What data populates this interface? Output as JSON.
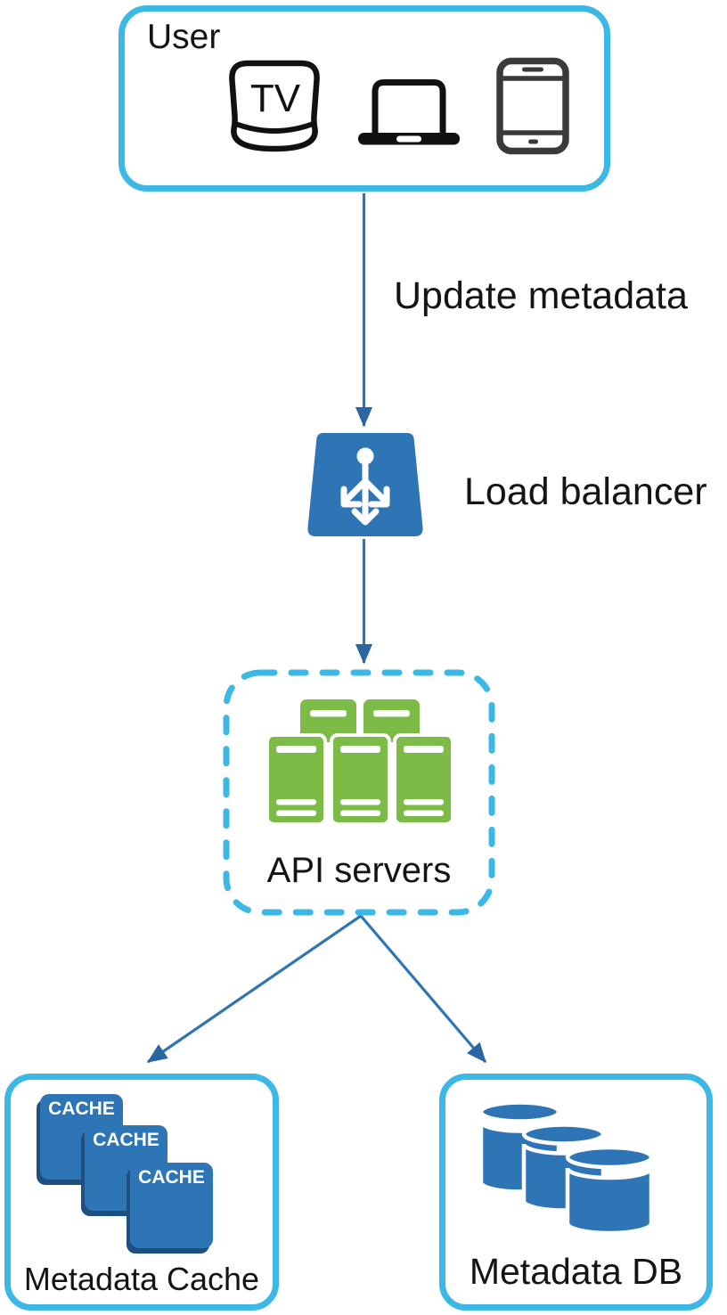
{
  "colors": {
    "box_border_blue": "#3bb8e6",
    "primary_blue": "#2e75b6",
    "cache_shadow_blue": "#1d5080",
    "server_green": "#7cbb45",
    "arrow_blue": "#2e75b6",
    "arrowhead_blue": "#2b66a3",
    "text_black": "#141414"
  },
  "nodes": {
    "user": {
      "label": "User",
      "icons": [
        {
          "name": "apple-tv-icon",
          "text": "TV"
        },
        {
          "name": "laptop-icon"
        },
        {
          "name": "smartphone-icon"
        }
      ]
    },
    "load_balancer": {
      "label": "Load balancer"
    },
    "api_servers": {
      "label": "API servers"
    },
    "metadata_cache": {
      "label": "Metadata Cache",
      "items": [
        {
          "label": "CACHE"
        },
        {
          "label": "CACHE"
        },
        {
          "label": "CACHE"
        }
      ]
    },
    "metadata_db": {
      "label": "Metadata DB"
    }
  },
  "edges": [
    {
      "from": "user",
      "to": "load_balancer",
      "label": "Update metadata"
    },
    {
      "from": "load_balancer",
      "to": "api_servers",
      "label": ""
    },
    {
      "from": "api_servers",
      "to": "metadata_cache",
      "label": ""
    },
    {
      "from": "api_servers",
      "to": "metadata_db",
      "label": ""
    }
  ]
}
